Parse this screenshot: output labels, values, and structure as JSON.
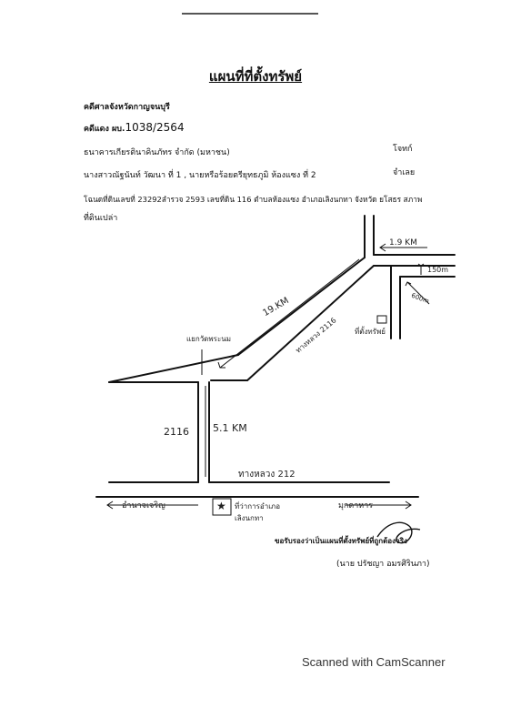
{
  "doc": {
    "title": "แผนที่ที่ตั้งทรัพย์",
    "court": "คดีศาลจังหวัดกาญจนบุรี",
    "case_prefix": "คดีแดง ผบ.",
    "case_number": "1038/2564",
    "plaintiff": "ธนาคารเกียรตินาคินภัทร จำกัด (มหาชน)",
    "plaintiff_role": "โจทก์",
    "defendants": "นางสาวณัฐนันท์ วัฒนา ที่ 1 , นายหรือร้อยตรียุทธภูมิ ห้องแซง ที่ 2",
    "defendant_role": "จำเลย",
    "deed_line": "โฉนดที่ดินเลขที่ 23292ลำรวจ 2593 เลขที่ดิน 116 ตำบลห้องแซง อำเภอเลิงนกทา จังหวัด ยโสธร สภาพ",
    "land_condition": "ที่ดินเปล่า"
  },
  "map": {
    "dist_top": "1.9 KM",
    "dist_150": "150m",
    "dist_600": "600m",
    "property_label": "ที่ตั้งทรัพย์",
    "dist_diag": "19.KM",
    "road_diag": "ทางหลวง 2116",
    "junction": "แยกวัดพระนม",
    "road_2116": "2116",
    "dist_51": "5.1 KM",
    "road_212": "ทางหลวง 212",
    "to_left": "อำนาจเจริญ",
    "district_office": "ที่ว่าการอำเภอ เลิงนกทา",
    "to_right": "มุกดาหาร",
    "star_icon": "★"
  },
  "certify": {
    "text": "ขอรับรองว่าเป็นแผนที่ตั้งทรัพย์ที่ถูกต้องจริง",
    "signer": "(นาย ปรัชญา อมรศิรินภา)"
  },
  "footer": {
    "scanner": "Scanned with CamScanner"
  }
}
